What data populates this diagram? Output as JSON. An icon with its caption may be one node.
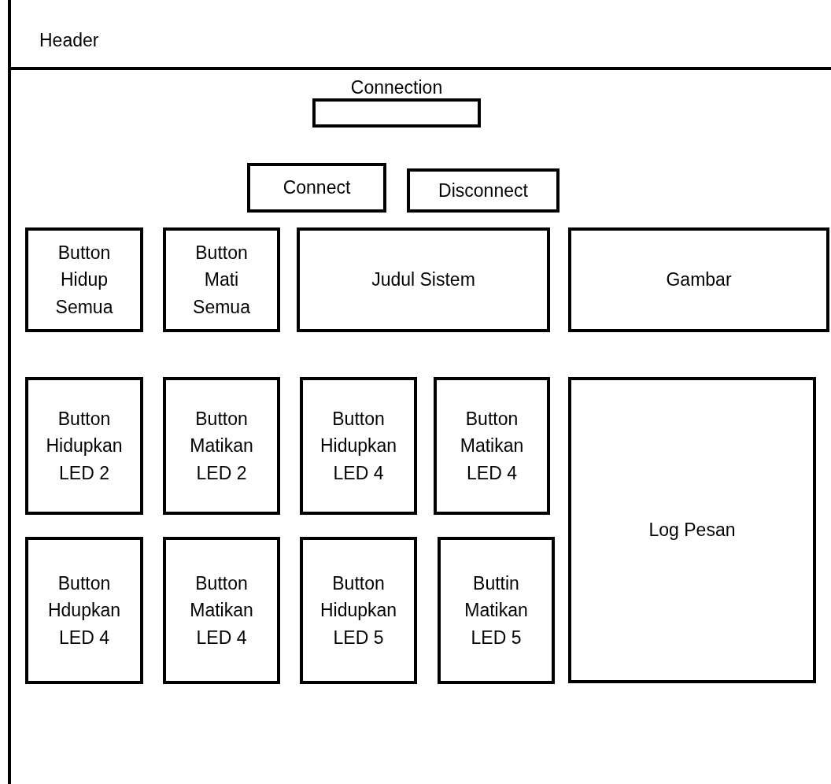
{
  "diagram": {
    "nodes": [
      {
        "text": [],
        "shape": "box"
      },
      {
        "text": [
          "Header"
        ],
        "in": 0
      },
      {
        "text": [
          "Connection"
        ],
        "in": 0
      },
      {
        "text": [
          "Connect"
        ],
        "in": 0
      },
      {
        "text": [
          "Disconnect"
        ],
        "in": 0
      },
      {
        "text": [
          "Button Hidup Semua"
        ],
        "in": 0
      },
      {
        "text": [
          "Button Mati Semua"
        ],
        "in": 0
      },
      {
        "text": [
          "Judul Sistem"
        ],
        "in": 0
      },
      {
        "text": [
          "Gambar"
        ],
        "in": 0
      },
      {
        "text": [
          "Button Hidupkan LED 2"
        ],
        "in": 0
      },
      {
        "text": [
          "Button Matikan LED 2"
        ],
        "in": 0
      },
      {
        "text": [
          "Button Hidupkan LED 4"
        ],
        "in": 0
      },
      {
        "text": [
          "Button Matikan LED 4"
        ],
        "in": 0
      },
      {
        "text": [
          "Log Pesan"
        ],
        "in": 0
      },
      {
        "text": [
          "Button Hdupkan LED 4"
        ],
        "in": 0
      },
      {
        "text": [
          "Button Matikan LED 4"
        ],
        "in": 0
      },
      {
        "text": [
          "Button Hidupkan LED 5"
        ],
        "in": 0
      },
      {
        "text": [
          "Buttin Matikan LED 5"
        ],
        "in": 0
      }
    ]
  }
}
